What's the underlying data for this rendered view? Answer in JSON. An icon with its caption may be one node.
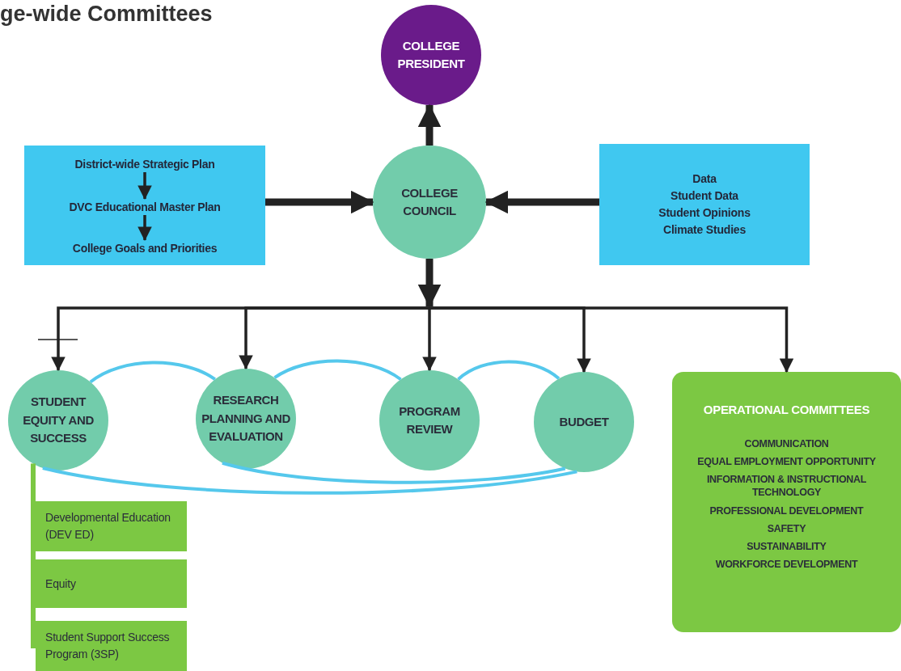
{
  "diagram": {
    "title": "ge-wide Committees",
    "nodes": [
      {
        "text": [
          "COLLEGE PRESIDENT"
        ]
      },
      {
        "text": [],
        "shape": "box"
      },
      {
        "text": [
          "District-wide Strategic Plan"
        ],
        "in": 1
      },
      {
        "text": [
          "DVC Educational Master Plan"
        ],
        "in": 1
      },
      {
        "text": [
          "College Goals and Priorities"
        ],
        "in": 1
      },
      {
        "text": [
          "COLLEGE COUNCIL"
        ]
      },
      {
        "text": [
          "Data",
          "Student Data",
          "Student Opinions",
          "Climate Studies"
        ]
      },
      {
        "text": [
          "STUDENT EQUITY AND SUCCESS"
        ]
      },
      {
        "text": [
          "RESEARCH PLANNING AND EVALUATION"
        ]
      },
      {
        "text": [
          "PROGRAM REVIEW"
        ]
      },
      {
        "text": [
          "BUDGET"
        ]
      },
      {
        "text": [
          "OPERATIONAL COMMITTEES",
          "COMMUNICATION",
          "EQUAL EMPLOYMENT OPPORTUNITY",
          "INFORMATION & INSTRUCTIONAL TECHNOLOGY",
          "PROFESSIONAL DEVELOPMENT",
          "SAFETY",
          "SUSTAINABILITY",
          "WORKFORCE DEVELOPMENT"
        ]
      },
      {
        "text": [
          "Developmental Education (DEV ED)"
        ]
      },
      {
        "text": [
          "Equity"
        ]
      },
      {
        "text": [
          "Student Support Success Program (3SP)"
        ]
      }
    ],
    "edges": [
      {
        "from": 5,
        "to": 0,
        "arrow": "to",
        "style": "thick"
      },
      {
        "from": 1,
        "to": 5,
        "arrow": "to",
        "style": "thick"
      },
      {
        "from": 6,
        "to": 5,
        "arrow": "to",
        "style": "thick"
      },
      {
        "from": 2,
        "to": 3,
        "arrow": "to"
      },
      {
        "from": 3,
        "to": 4,
        "arrow": "to"
      },
      {
        "from": 5,
        "to": 7,
        "arrow": "to"
      },
      {
        "from": 5,
        "to": 8,
        "arrow": "to"
      },
      {
        "from": 5,
        "to": 9,
        "arrow": "to"
      },
      {
        "from": 5,
        "to": 10,
        "arrow": "to"
      },
      {
        "from": 5,
        "to": 11,
        "arrow": "to"
      },
      {
        "from": 7,
        "to": 8,
        "arrow": "none",
        "color": "#55c8ec"
      },
      {
        "from": 8,
        "to": 9,
        "arrow": "none",
        "color": "#55c8ec"
      },
      {
        "from": 9,
        "to": 10,
        "arrow": "none",
        "color": "#55c8ec"
      },
      {
        "from": 8,
        "to": 10,
        "arrow": "none",
        "color": "#55c8ec"
      },
      {
        "from": 7,
        "to": 10,
        "arrow": "none",
        "color": "#55c8ec"
      },
      {
        "from": 7,
        "to": 12,
        "arrow": "none",
        "color": "#7cc843"
      },
      {
        "from": 7,
        "to": 13,
        "arrow": "none",
        "color": "#7cc843"
      },
      {
        "from": 7,
        "to": 14,
        "arrow": "none",
        "color": "#7cc843"
      }
    ]
  }
}
